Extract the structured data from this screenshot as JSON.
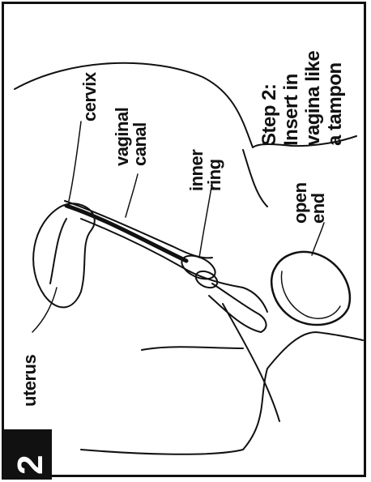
{
  "step_number": "2",
  "instruction": {
    "title": "Step 2:",
    "line1": "Insert in",
    "line2": "vagina like",
    "line3": "a tampon"
  },
  "labels": {
    "uterus": "uterus",
    "cervix": "cervix",
    "vaginal_canal_line1": "vaginal",
    "vaginal_canal_line2": "canal",
    "inner_ring_line1": "inner",
    "inner_ring_line2": "ring",
    "open_end_line1": "open",
    "open_end_line2": "end"
  },
  "colors": {
    "ink": "#111111",
    "background": "#ffffff"
  }
}
